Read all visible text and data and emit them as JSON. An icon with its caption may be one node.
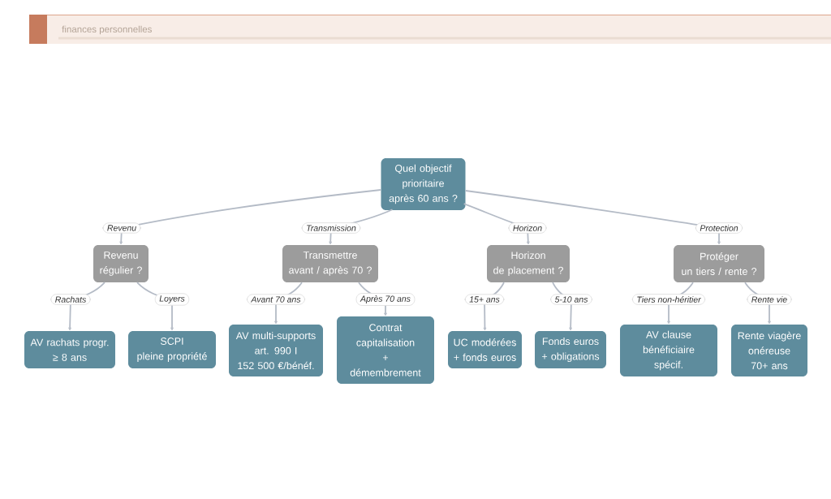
{
  "diagram": {
    "nodes": [
      {
        "text": [
          "Quel objectif prioritaire après 60 ans ?"
        ]
      },
      {
        "text": [
          "Revenu régulier ?"
        ]
      },
      {
        "text": [
          "Transmettre avant / après 70 ?"
        ]
      },
      {
        "text": [
          "Horizon de placement ?"
        ]
      },
      {
        "text": [
          "Protéger un tiers / rente ?"
        ]
      },
      {
        "text": [
          "AV rachats progr. ≥ 8 ans"
        ]
      },
      {
        "text": [
          "SCPI pleine propriété"
        ]
      },
      {
        "text": [
          "AV multi-supports art. 990 I 152 500 €/bénéf."
        ]
      },
      {
        "text": [
          "Contrat capitalisation + démembrement"
        ]
      },
      {
        "text": [
          "UC modérées + fonds euros"
        ]
      },
      {
        "text": [
          "Fonds euros + obligations"
        ]
      },
      {
        "text": [
          "AV clause bénéficiaire spécif."
        ]
      },
      {
        "text": [
          "Rente viagère onéreuse 70+ ans"
        ]
      }
    ],
    "edges": [
      {
        "from": 0,
        "to": 1,
        "arrow": "to",
        "label": "Revenu"
      },
      {
        "from": 0,
        "to": 2,
        "arrow": "to",
        "label": "Transmission"
      },
      {
        "from": 0,
        "to": 3,
        "arrow": "to",
        "label": "Horizon"
      },
      {
        "from": 0,
        "to": 4,
        "arrow": "to",
        "label": "Protection"
      },
      {
        "from": 1,
        "to": 5,
        "arrow": "to",
        "label": "Rachats"
      },
      {
        "from": 1,
        "to": 6,
        "arrow": "to",
        "label": "Loyers"
      },
      {
        "from": 2,
        "to": 7,
        "arrow": "to",
        "label": "Avant 70 ans"
      },
      {
        "from": 2,
        "to": 8,
        "arrow": "to",
        "label": "Après 70 ans"
      },
      {
        "from": 3,
        "to": 9,
        "arrow": "to",
        "label": "15+ ans"
      },
      {
        "from": 3,
        "to": 10,
        "arrow": "to",
        "label": "5-10 ans"
      },
      {
        "from": 4,
        "to": 11,
        "arrow": "to",
        "label": "Tiers non-héritier"
      },
      {
        "from": 4,
        "to": 12,
        "arrow": "to",
        "label": "Rente vie"
      }
    ],
    "labels": [
      "finances personnelles"
    ]
  }
}
